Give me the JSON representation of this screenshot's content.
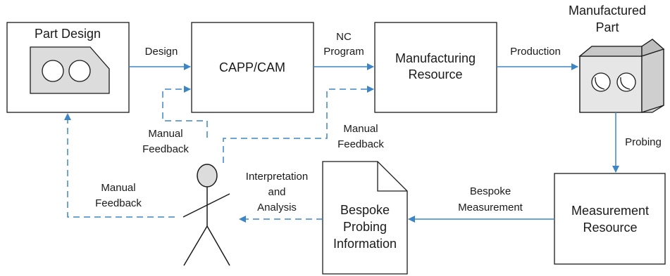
{
  "colors": {
    "arrow": "#3d86c6",
    "box_stroke": "#1a1a1a",
    "part_fill": "#dcdcdc"
  },
  "boxes": {
    "part_design": "Part Design",
    "capp_cam": "CAPP/CAM",
    "manufacturing_resource": [
      "Manufacturing",
      "Resource"
    ],
    "measurement_resource": [
      "Measurement",
      "Resource"
    ],
    "bespoke_probing_information": [
      "Bespoke",
      "Probing",
      "Information"
    ],
    "manufactured_part": [
      "Manufactured",
      "Part"
    ]
  },
  "arrows": {
    "design": "Design",
    "nc_program": [
      "NC",
      "Program"
    ],
    "production": "Production",
    "probing": "Probing",
    "bespoke_measurement": [
      "Bespoke",
      "Measurement"
    ],
    "interpretation_and_analysis": [
      "Interpretation",
      "and",
      "Analysis"
    ],
    "manual_feedback_capp": [
      "Manual",
      "Feedback"
    ],
    "manual_feedback_mfg": [
      "Manual",
      "Feedback"
    ],
    "manual_feedback_design": [
      "Manual",
      "Feedback"
    ]
  },
  "icons": {
    "engineer": "person-icon",
    "sheet": "document-icon",
    "part": "machined-part-icon"
  }
}
